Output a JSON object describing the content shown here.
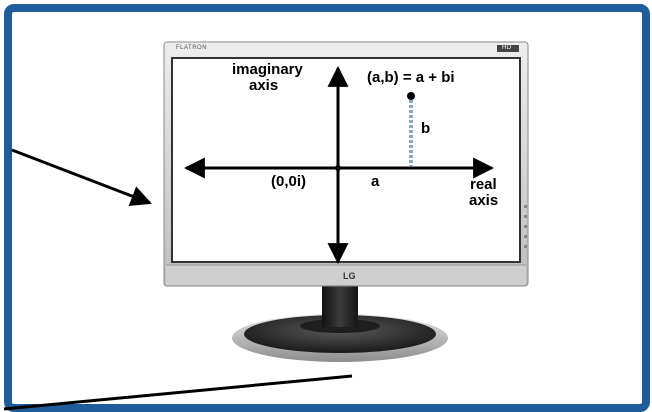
{
  "monitor": {
    "model_text": "FLATRON",
    "logo_text": "LG",
    "badge_text": "HD"
  },
  "diagram": {
    "imaginary_axis_label_line1": "imaginary",
    "imaginary_axis_label_line2": "axis",
    "point_label": "(a,b) = a + bi",
    "b_label": "b",
    "origin_label": "(0,0i)",
    "a_label": "a",
    "real_axis_label_line1": "real",
    "real_axis_label_line2": "axis"
  },
  "colors": {
    "frame_border": "#1f5c9c",
    "dashed_line": "#8aa7c2",
    "monitor_bezel": "#d6d6d6",
    "stand_dark": "#2b2b2b"
  }
}
